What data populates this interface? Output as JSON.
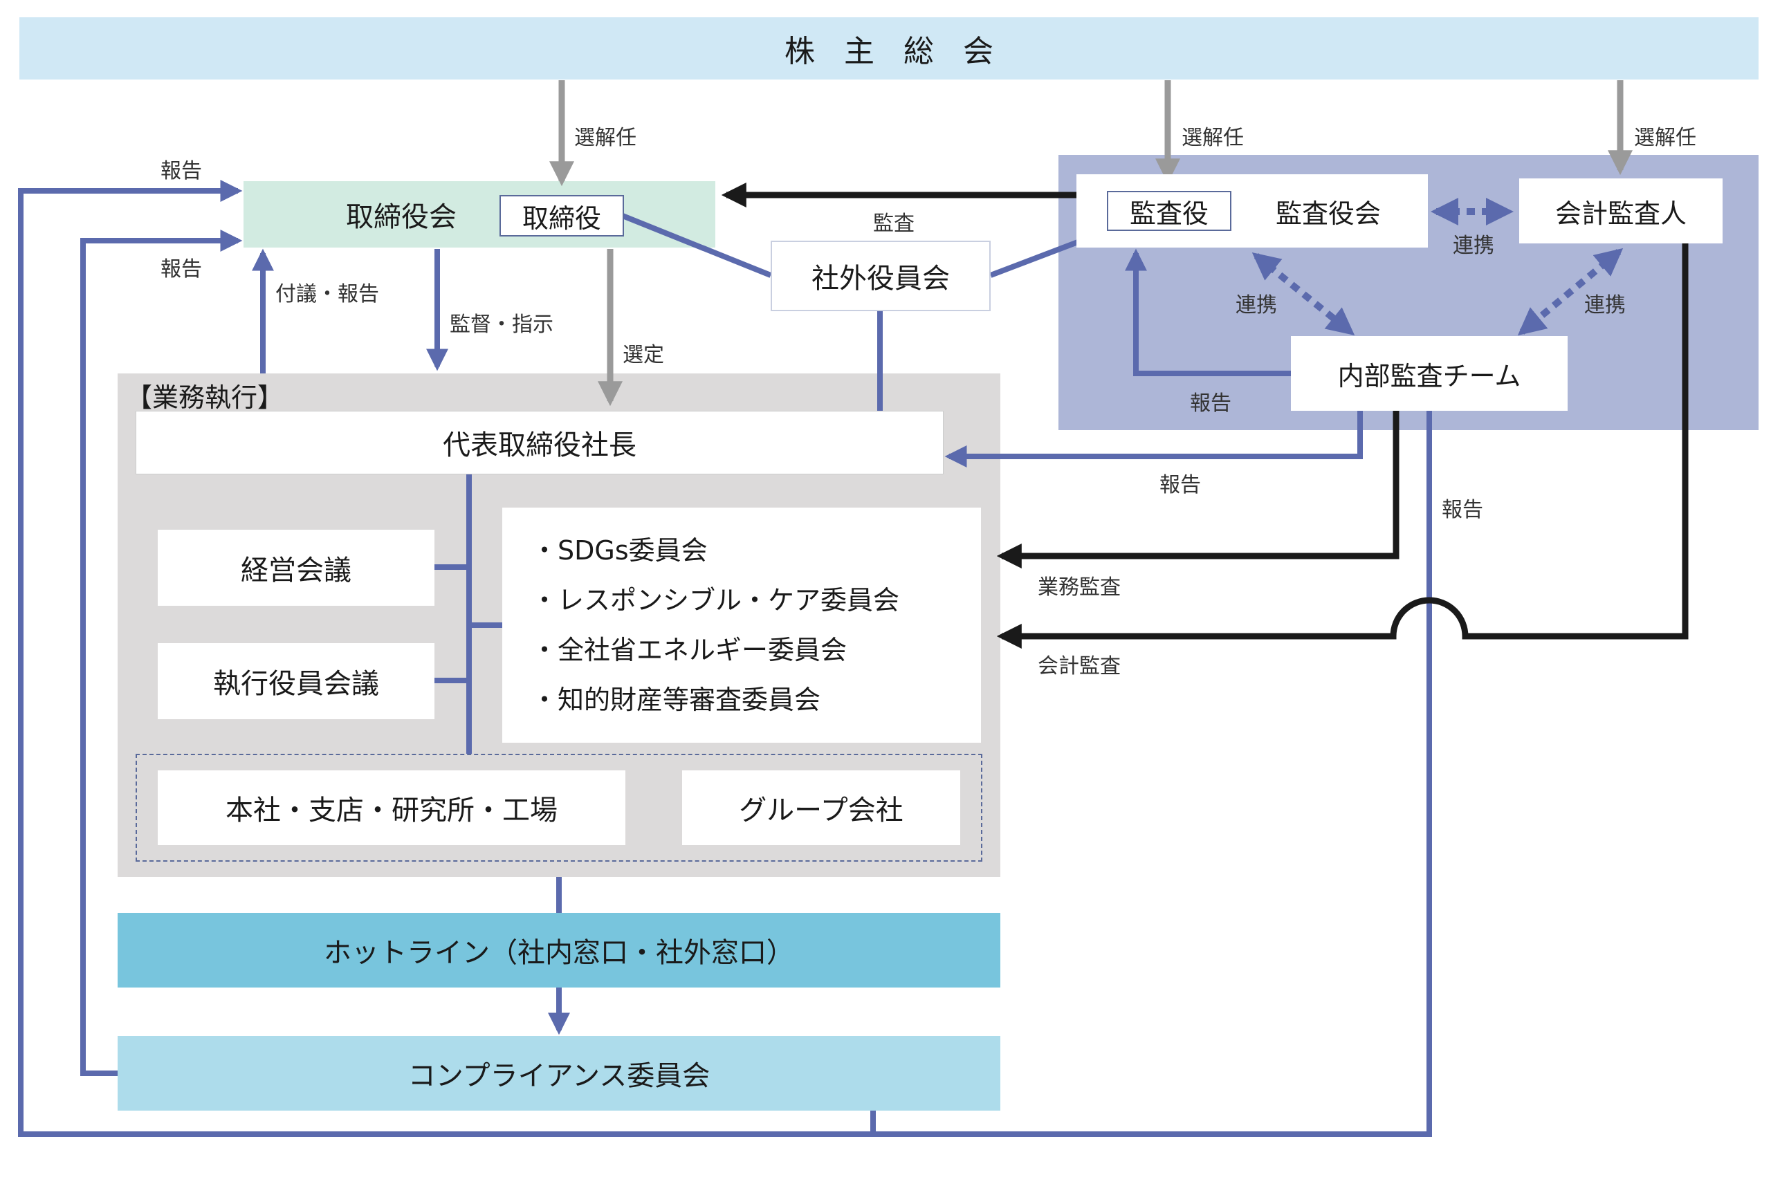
{
  "nodes": {
    "shareholders": "株主総会",
    "board": "取締役会",
    "director": "取締役",
    "outside_officers": "社外役員会",
    "auditor": "監査役",
    "auditor_board": "監査役会",
    "accounting_auditor": "会計監査人",
    "internal_audit": "内部監査チーム",
    "exec_title": "【業務執行】",
    "ceo": "代表取締役社長",
    "mgmt_meeting": "経営会議",
    "exec_meeting": "執行役員会議",
    "committees": [
      "・SDGs委員会",
      "・レスポンシブル・ケア委員会",
      "・全社省エネルギー委員会",
      "・知的財産等審査委員会"
    ],
    "locations": "本社・支店・研究所・工場",
    "group_companies": "グループ会社",
    "hotline": "ホットライン（社内窓口・社外窓口）",
    "compliance": "コンプライアンス委員会"
  },
  "edge_labels": {
    "elect_board": "選解任",
    "elect_auditor": "選解任",
    "elect_accounting": "選解任",
    "report_top": "報告",
    "report_second": "報告",
    "propose_report": "付議・報告",
    "supervise": "監督・指示",
    "select": "選定",
    "audit": "監査",
    "coop_top": "連携",
    "coop_left": "連携",
    "coop_right": "連携",
    "report_internal_to_auditor": "報告",
    "report_to_ceo": "報告",
    "report_down": "報告",
    "business_audit": "業務監査",
    "accounting_audit": "会計監査"
  },
  "colors": {
    "blue_line": "#5b6aad",
    "gray_line": "#9a9a9a",
    "black_line": "#1a1a1a",
    "shareholders_bg": "#d0e8f5",
    "board_bg": "#d2ebe1",
    "audit_panel_bg": "#adb6d7",
    "exec_panel_bg": "#dcdada",
    "hotline_bg": "#78c5dd",
    "compliance_bg": "#addceb"
  }
}
